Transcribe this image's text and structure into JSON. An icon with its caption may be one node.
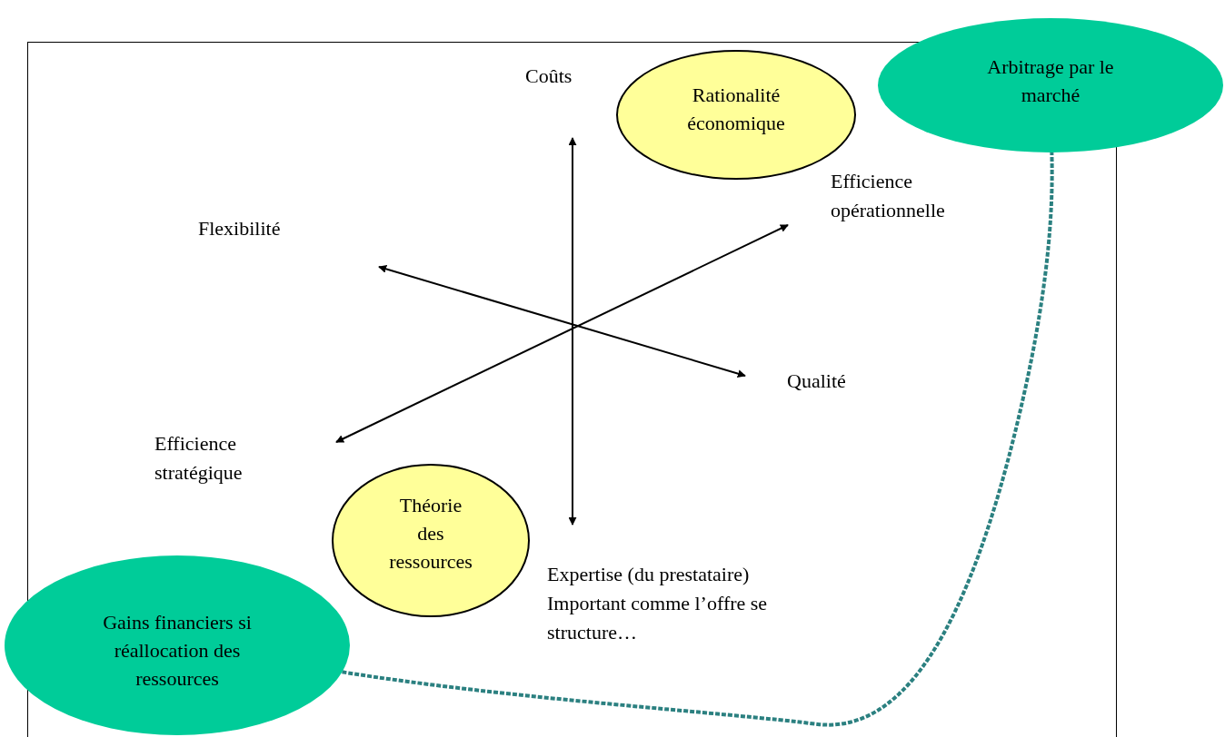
{
  "diagram": {
    "nodes": [
      {
        "text": [
          "Rationalité économique"
        ]
      },
      {
        "text": [
          "Arbitrage par le marché"
        ]
      },
      {
        "text": [
          "Théorie des ressources"
        ]
      },
      {
        "text": [
          "Gains financiers si réallocation des ressources"
        ]
      }
    ],
    "edges": [
      {
        "from": 3,
        "to": 1,
        "arrow": "none",
        "style": "dashed",
        "color": "#2b8080"
      }
    ],
    "labels": [
      "Coûts",
      "Flexibilité",
      "Efficience opérationnelle",
      "Qualité",
      "Efficience stratégique",
      "Expertise (du prestataire)",
      "Important comme l’offre se structure…"
    ]
  }
}
